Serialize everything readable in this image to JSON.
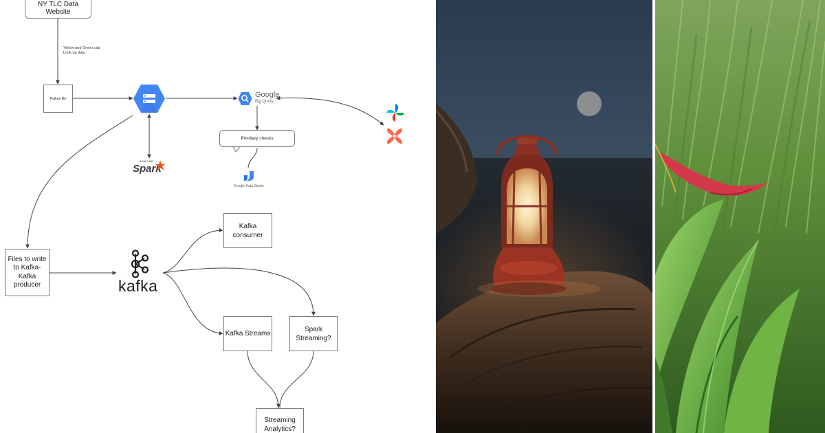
{
  "diagram": {
    "nodes": {
      "tlc": "NY TLC Data Website",
      "python": "Python file",
      "primary_checks": "Primilary checks",
      "files_kafka": "Files to write to Kafka-Kafka producer",
      "kafka_consumer": "Kafka consumer",
      "kafka_streams": "Kafka Streams",
      "spark_streaming": "Spark Streaming?",
      "streaming_analytics": "Streaming Analytics?"
    },
    "edge_label_line1": "Yellow and Green cab",
    "edge_label_line2": "Look up data",
    "logos": {
      "bigquery_name": "Google",
      "bigquery_sub": "Big Query",
      "spark_apache": "APACHE",
      "spark_name": "Spark",
      "kafka_name": "kafka",
      "data_studio_name": "Google Data Studio"
    },
    "colors": {
      "gcp_blue": "#4285f4",
      "spark_orange": "#e25a1c",
      "airflow_teal": "#017cee",
      "airflow_green": "#00ad46",
      "airflow_red": "#e43921",
      "dbt_orange": "#ff694b",
      "line": "#444444"
    }
  },
  "photos": {
    "lantern_icon": "lantern-photo",
    "grass_icon": "grass-photo"
  }
}
